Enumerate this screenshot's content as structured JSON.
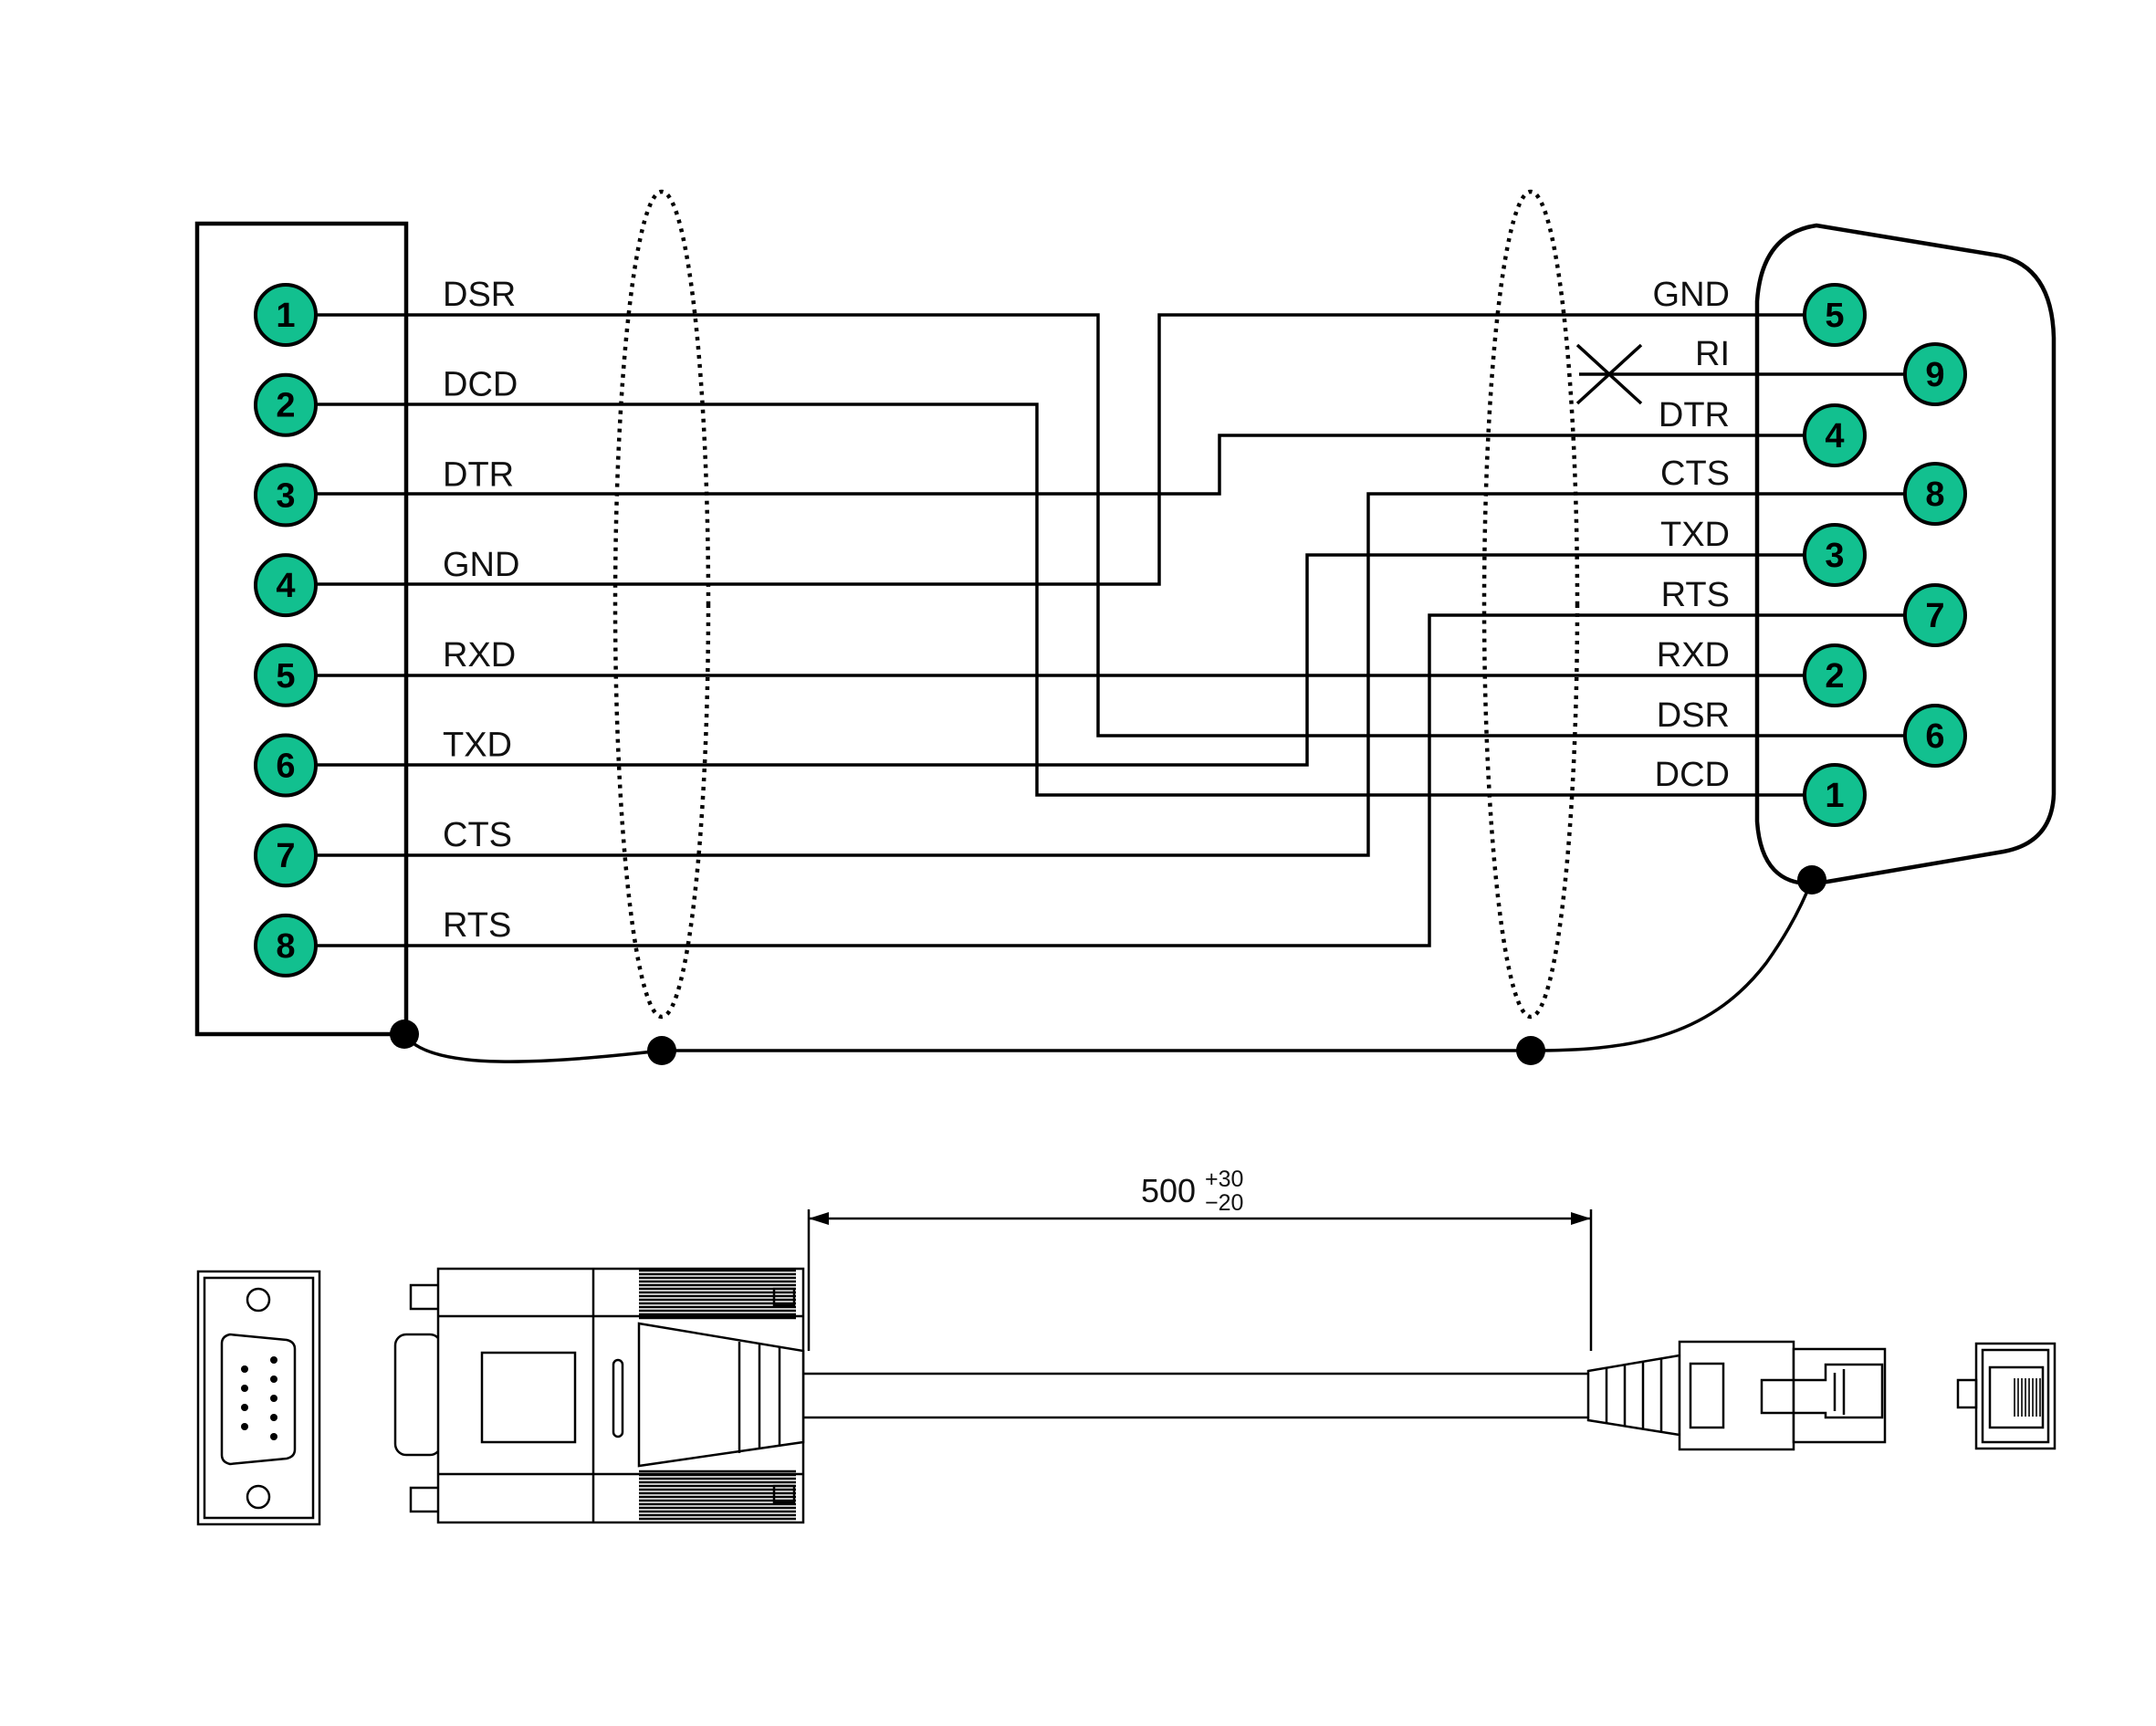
{
  "left_connector": {
    "pins": [
      {
        "number": "1",
        "signal": "DSR"
      },
      {
        "number": "2",
        "signal": "DCD"
      },
      {
        "number": "3",
        "signal": "DTR"
      },
      {
        "number": "4",
        "signal": "GND"
      },
      {
        "number": "5",
        "signal": "RXD"
      },
      {
        "number": "6",
        "signal": "TXD"
      },
      {
        "number": "7",
        "signal": "CTS"
      },
      {
        "number": "8",
        "signal": "RTS"
      }
    ]
  },
  "right_connector": {
    "pins": [
      {
        "number": "5",
        "signal": "GND"
      },
      {
        "number": "9",
        "signal": "RI"
      },
      {
        "number": "4",
        "signal": "DTR"
      },
      {
        "number": "8",
        "signal": "CTS"
      },
      {
        "number": "3",
        "signal": "TXD"
      },
      {
        "number": "7",
        "signal": "RTS"
      },
      {
        "number": "2",
        "signal": "RXD"
      },
      {
        "number": "6",
        "signal": "DSR"
      },
      {
        "number": "1",
        "signal": "DCD"
      }
    ]
  },
  "dimension": {
    "length": "500",
    "tolerance_plus": "+30",
    "tolerance_minus": "−20"
  },
  "colors": {
    "pin_fill": "#12c08f",
    "line": "#000000"
  }
}
